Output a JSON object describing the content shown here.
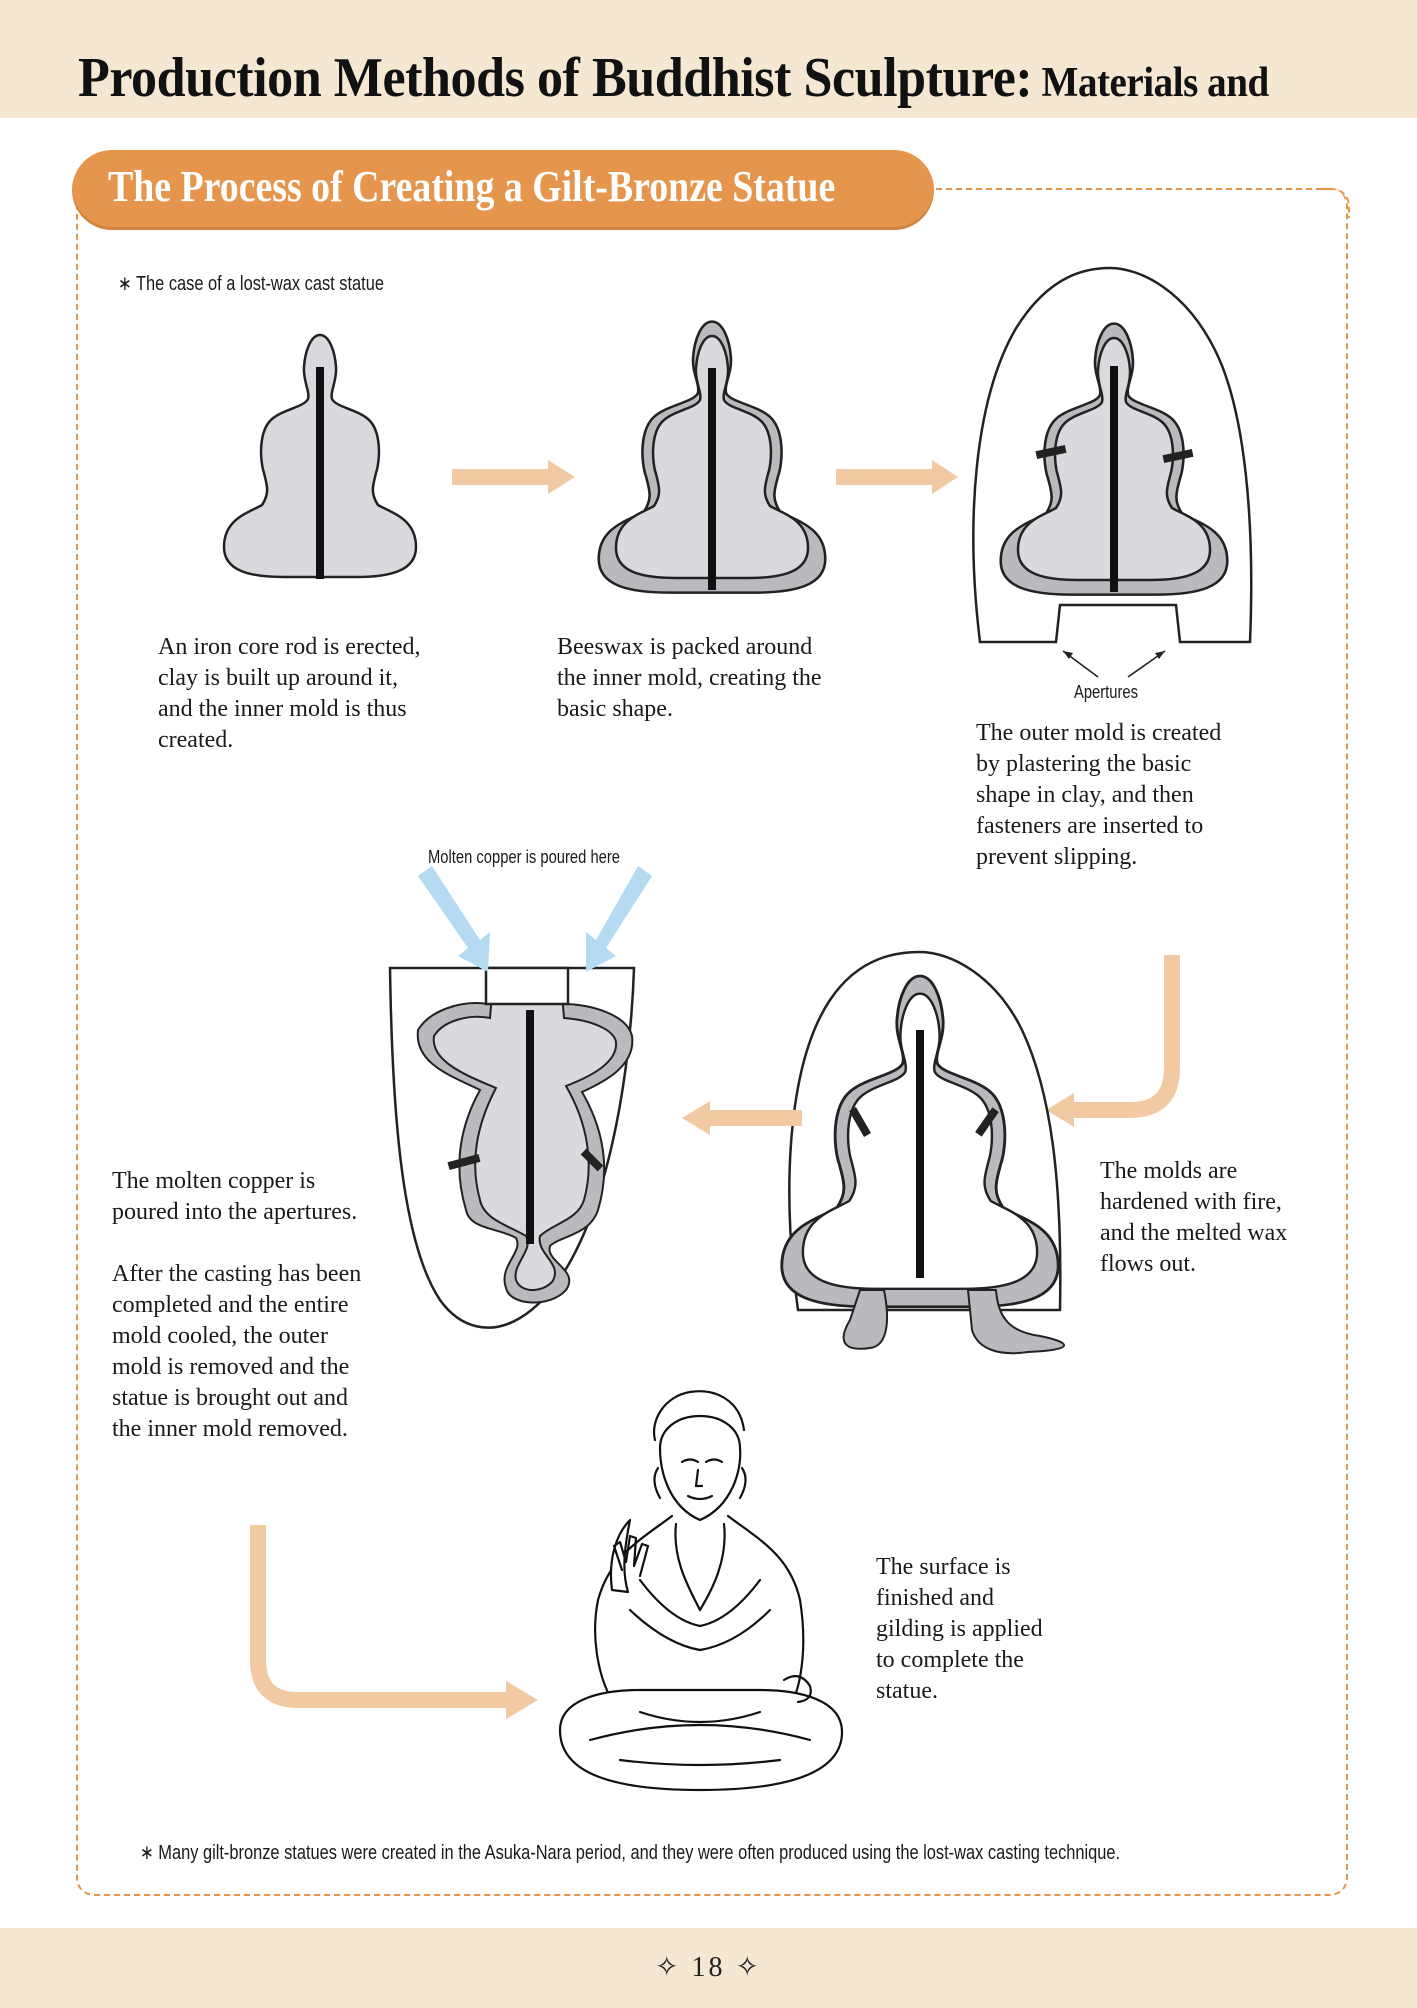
{
  "header": {
    "title_main": "Production Methods of Buddhist Sculpture:",
    "title_sub": " Materials and"
  },
  "section": {
    "title": "The Process of Creating a Gilt-Bronze Statue",
    "note": "∗ The case of a lost-wax cast statue"
  },
  "steps": [
    {
      "lines": [
        "An iron core rod is erected,",
        "clay is built up around it,",
        "and the inner mold is thus",
        "created."
      ]
    },
    {
      "lines": [
        "Beeswax is packed around",
        "the inner mold, creating the",
        "basic shape."
      ]
    },
    {
      "lines": [
        "The outer mold is created",
        "by plastering the basic",
        "shape in clay, and then",
        "fasteners are inserted to",
        "prevent slipping."
      ]
    },
    {
      "lines": [
        "The molds are",
        "hardened with fire,",
        "and the melted wax",
        "flows out."
      ]
    },
    {
      "lines": [
        "The molten copper is",
        "poured into the apertures."
      ],
      "lines2": [
        "After the casting has been",
        "completed and the entire",
        "mold cooled, the outer",
        "mold is removed and the",
        "statue is brought out and",
        "the inner mold removed."
      ]
    },
    {
      "lines": [
        "The surface is",
        "finished and",
        "gilding is applied",
        "to complete the",
        "statue."
      ]
    }
  ],
  "labels": {
    "apertures": "Apertures",
    "molten": "Molten copper is poured here"
  },
  "footnote": "∗ Many gilt-bronze statues were created in the Asuka-Nara period, and they were often produced using the lost-wax casting technique.",
  "footer": {
    "page_number": "✧ 18 ✧"
  },
  "colors": {
    "accent": "#e6954c",
    "arrow": "#f1c9a3",
    "blue_arrow": "#b5daf2",
    "core_fill": "#d9dadd",
    "wax_fill": "#b9babd"
  }
}
